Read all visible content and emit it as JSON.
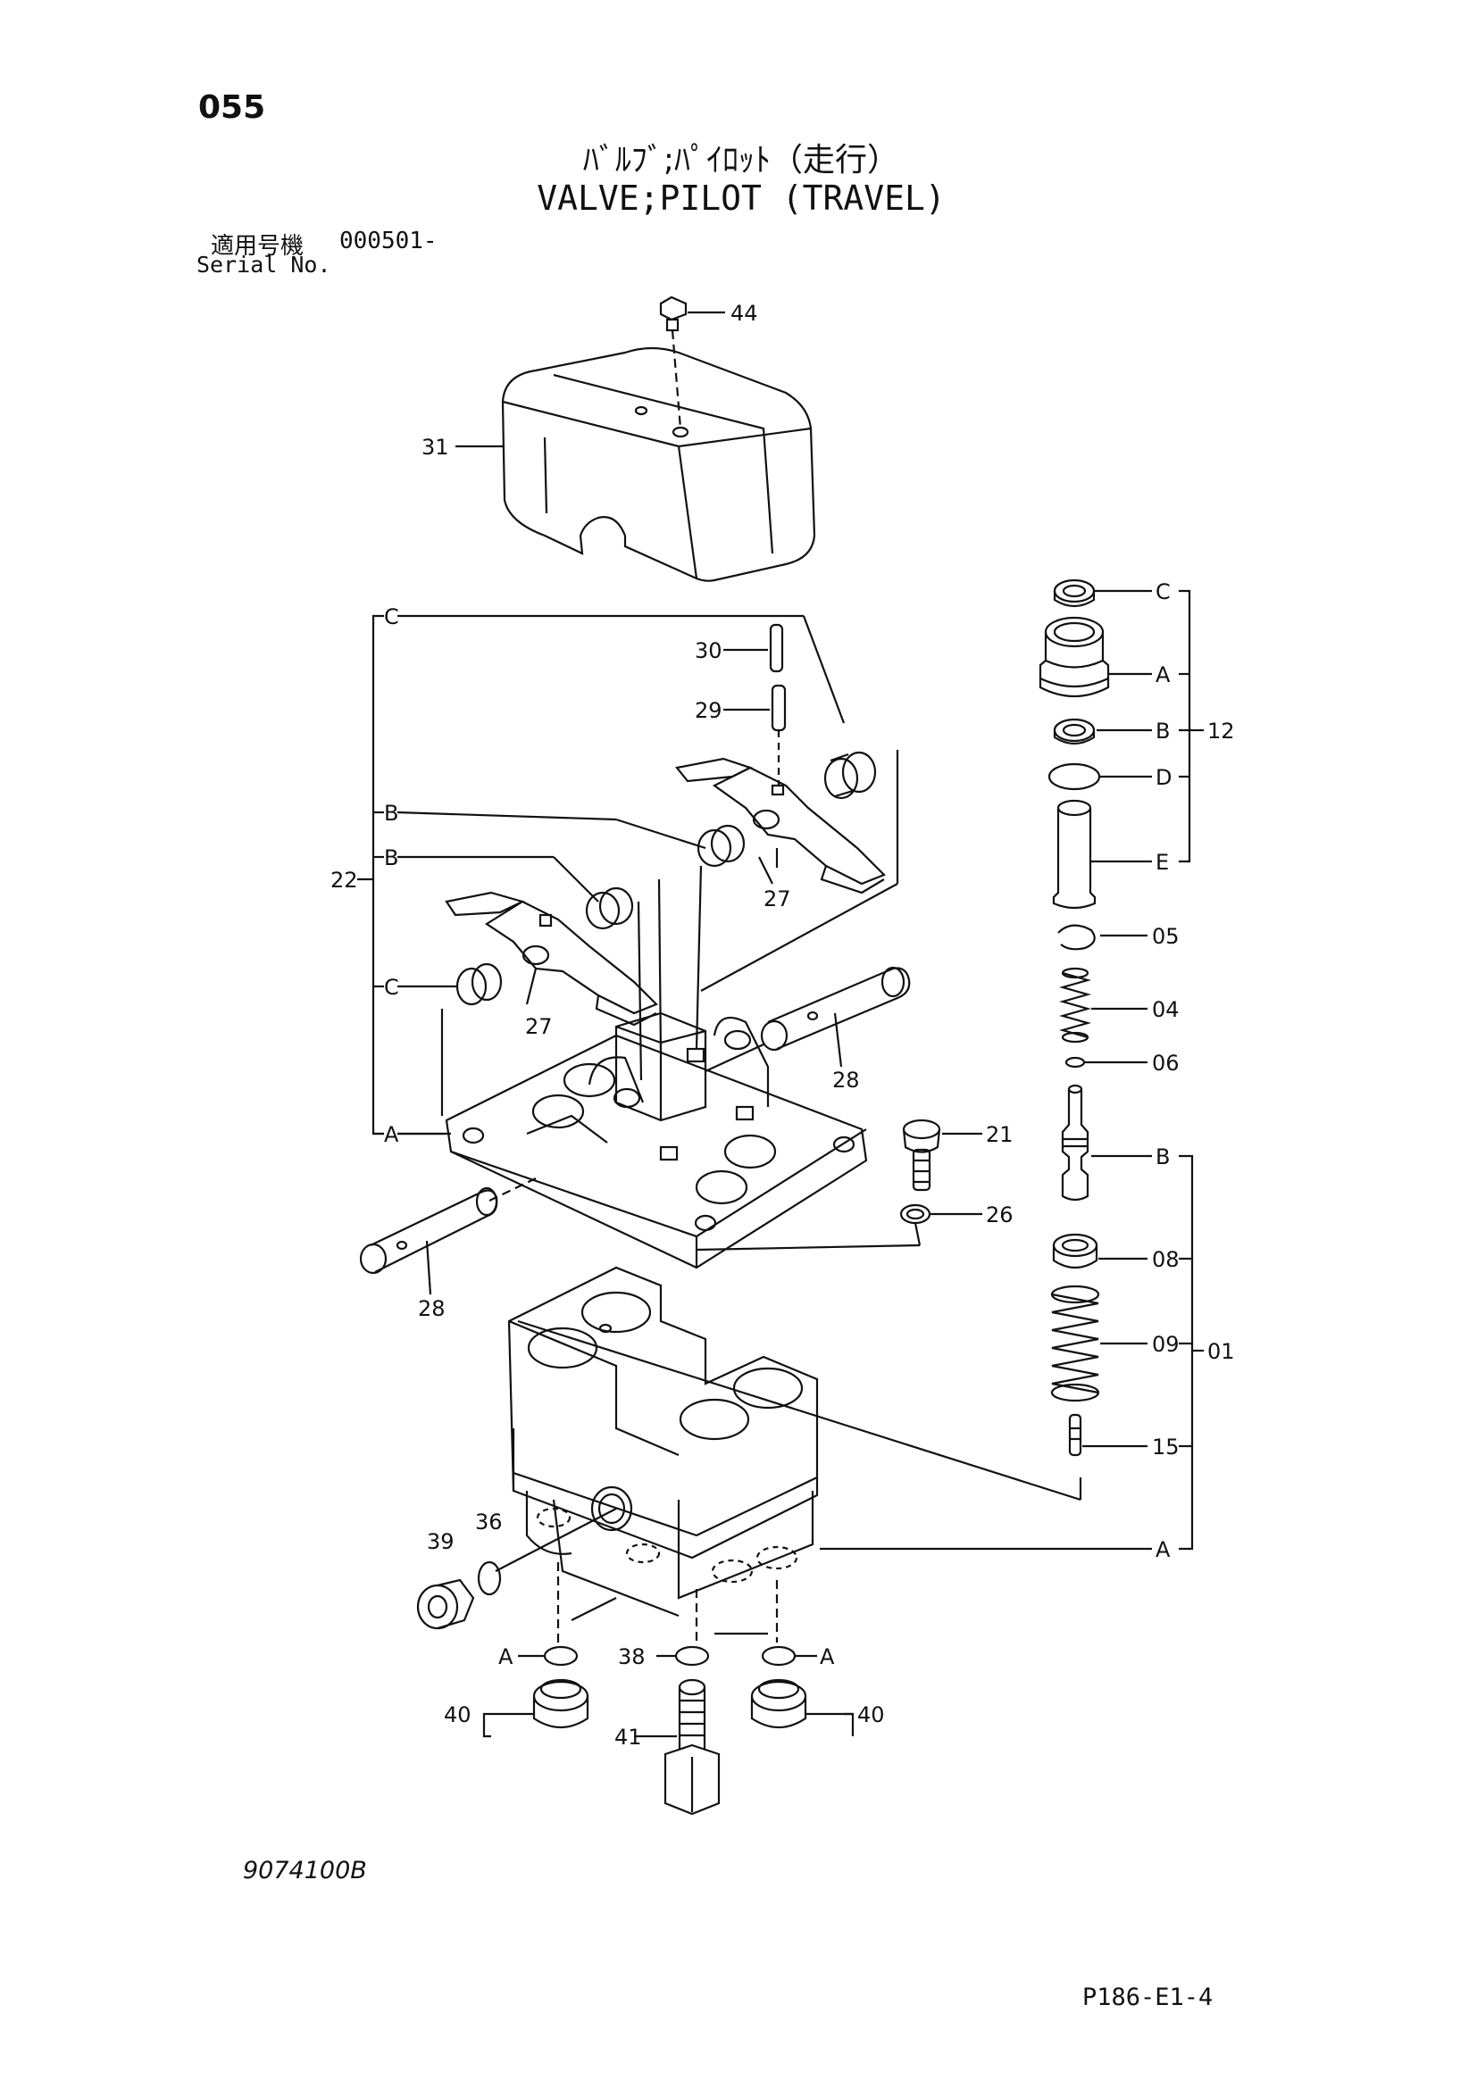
{
  "header": {
    "page_number": "055",
    "title_jp": "ﾊﾞﾙﾌﾞ;ﾊﾟｲﾛｯﾄ（走行）",
    "title_en": "VALVE;PILOT (TRAVEL)",
    "serial_label_jp": "適用号機",
    "serial_value": "000501-",
    "serial_label_en": "Serial No."
  },
  "footer": {
    "drawing_code": "9074100B",
    "page_code": "P186-E1-4"
  },
  "callouts": {
    "c44": "44",
    "c31": "31",
    "c30": "30",
    "c29": "29",
    "c22": "22",
    "c27a": "27",
    "c27b": "27",
    "c28a": "28",
    "c28b": "28",
    "c21": "21",
    "c26": "26",
    "c39": "39",
    "c36": "36",
    "c38": "38",
    "c40a": "40",
    "c40b": "40",
    "c41": "41",
    "c12": "12",
    "c05": "05",
    "c04": "04",
    "c06": "06",
    "c08": "08",
    "c09": "09",
    "c01": "01",
    "c15": "15",
    "lC1": "C",
    "lB1": "B",
    "lB2": "B",
    "lC2": "C",
    "lA1": "A",
    "rC": "C",
    "rA": "A",
    "rB": "B",
    "rD": "D",
    "rE": "E",
    "rB2": "B",
    "rA2": "A",
    "bA1": "A",
    "bA2": "A"
  }
}
